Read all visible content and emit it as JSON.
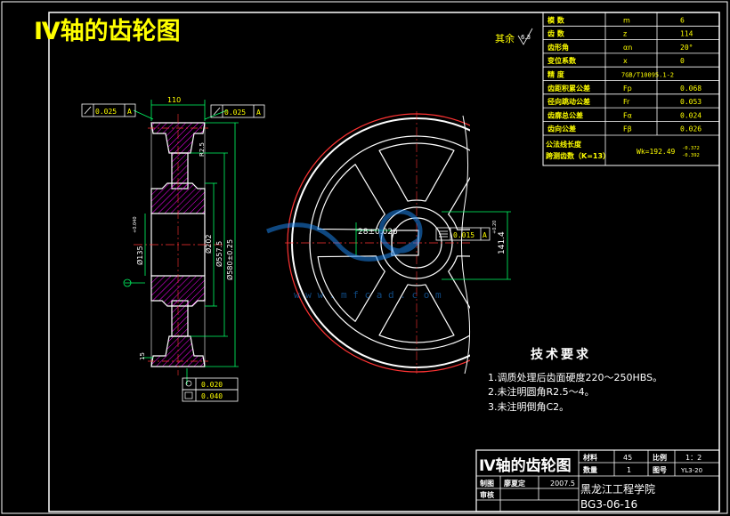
{
  "drawing": {
    "title": "Ⅳ轴的齿轮图",
    "surface_finish_note": "其余",
    "surface_finish_value": "6.3",
    "colors": {
      "background": "#000000",
      "outline": "#ffffff",
      "dimension": "#00ff66",
      "text_yellow": "#ffff00",
      "gear_red": "#ff3333",
      "section_magenta": "#ff00ff",
      "watermark": "#1e90ff"
    }
  },
  "gear_table": {
    "rows": [
      {
        "name": "模  数",
        "symbol": "m",
        "value": "6"
      },
      {
        "name": "齿  数",
        "symbol": "z",
        "value": "114"
      },
      {
        "name": "齿形角",
        "symbol": "αn",
        "value": "20°"
      },
      {
        "name": "变位系数",
        "symbol": "x",
        "value": "0"
      },
      {
        "name": "精  度",
        "symbol": "",
        "value": "7GB/T10095.1-2"
      },
      {
        "name": "齿距积累公差",
        "symbol": "Fp",
        "value": "0.068"
      },
      {
        "name": "径向跳动公差",
        "symbol": "Fr",
        "value": "0.053"
      },
      {
        "name": "齿廓总公差",
        "symbol": "Fα",
        "value": "0.024"
      },
      {
        "name": "齿向公差",
        "symbol": "Fβ",
        "value": "0.026"
      }
    ],
    "span_row": {
      "name_line1": "公法线长度",
      "name_line2": "跨测齿数（K=13）",
      "value": "Wk=192.49",
      "tol_upper": "-0.372",
      "tol_lower": "-0.392"
    }
  },
  "dimensions": {
    "width": "110",
    "tol_runout_left": "0.025",
    "tol_runout_right": "0.025",
    "datum": "A",
    "bore": "Ø135",
    "bore_tol": "+0.040",
    "hub_dia": "Ø202",
    "web_dia": "Ø557.5",
    "tip_dia": "Ø580±0.25",
    "keyway_width": "28±0.026",
    "keyway_depth": "141.4",
    "keyway_depth_tol": "+0.20",
    "sym_tol": "0.015",
    "bottom_tol_1": "0.020",
    "bottom_tol_2": "0.040",
    "radius": "R2.5",
    "chamfer": "C2",
    "dim_15": "15"
  },
  "tech_req": {
    "heading": "技术要求",
    "items": [
      "1.调质处理后齿面硬度220～250HBS。",
      "2.未注明圆角R2.5～4。",
      "3.未注明倒角C2。"
    ]
  },
  "title_block": {
    "name": "Ⅳ轴的齿轮图",
    "material_label": "材料",
    "material_value": "45",
    "scale_label": "比例",
    "scale_value": "1：2",
    "qty_label": "数量",
    "qty_value": "1",
    "drawing_no_label": "图号",
    "drawing_no_value": "YL3-20",
    "drawn_label": "制图",
    "drawn_by": "廖夏定",
    "date": "2007.5",
    "checked_label": "审核",
    "school": "黑龙江工程学院",
    "class": "BG3-06-16"
  },
  "watermark": {
    "text": "w w w . m f c a d . c o m"
  }
}
